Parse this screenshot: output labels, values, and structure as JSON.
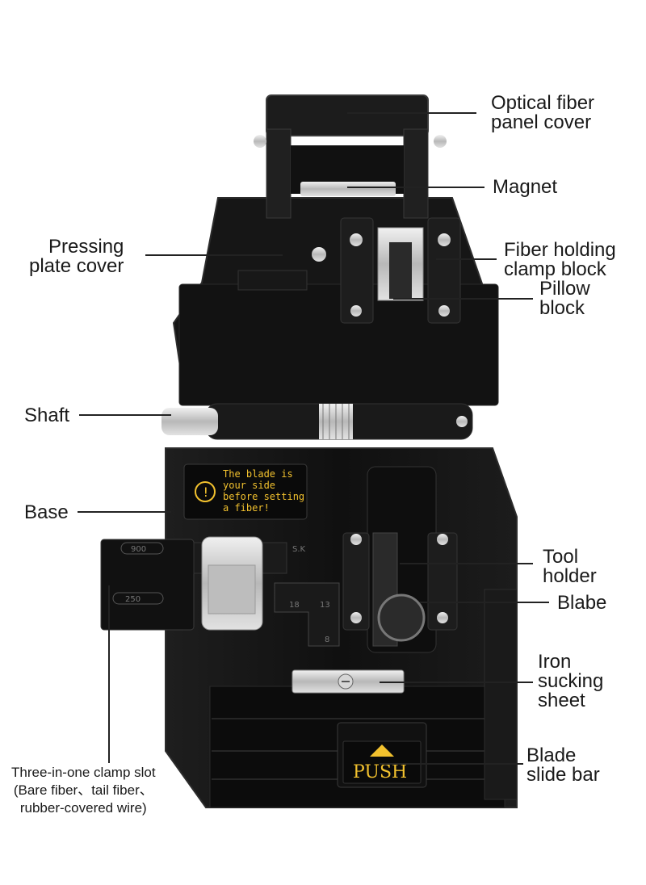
{
  "labels": {
    "optical_fiber_panel_cover": "Optical fiber\npanel cover",
    "magnet": "Magnet",
    "pressing_plate_cover": "Pressing\nplate cover",
    "fiber_holding_clamp_block": "Fiber holding\nclamp block",
    "pillow_block": "Pillow\nblock",
    "shaft": "Shaft",
    "base": "Base",
    "tool_holder": "Tool\nholder",
    "blabe": "Blabe",
    "iron_sucking_sheet": "Iron\nsucking\nsheet",
    "blade_slide_bar": "Blade\nslide bar",
    "three_in_one_clamp_slot": "Three-in-one clamp slot\n(Bare fiber、tail fiber、\nrubber-covered wire)"
  },
  "device": {
    "warning_text": [
      "The blade is",
      "your side",
      "before setting",
      "a fiber!"
    ],
    "push_label": "PUSH",
    "clamp_marks": [
      "900",
      "250"
    ],
    "scale_marks": [
      "18",
      "13",
      "8"
    ],
    "brand_mark": "S.K"
  },
  "colors": {
    "body": "#141414",
    "body_edge": "#2a2a2a",
    "metal": "#c9c9c9",
    "accent_yellow": "#f2c12e",
    "leader_line": "#222222"
  }
}
